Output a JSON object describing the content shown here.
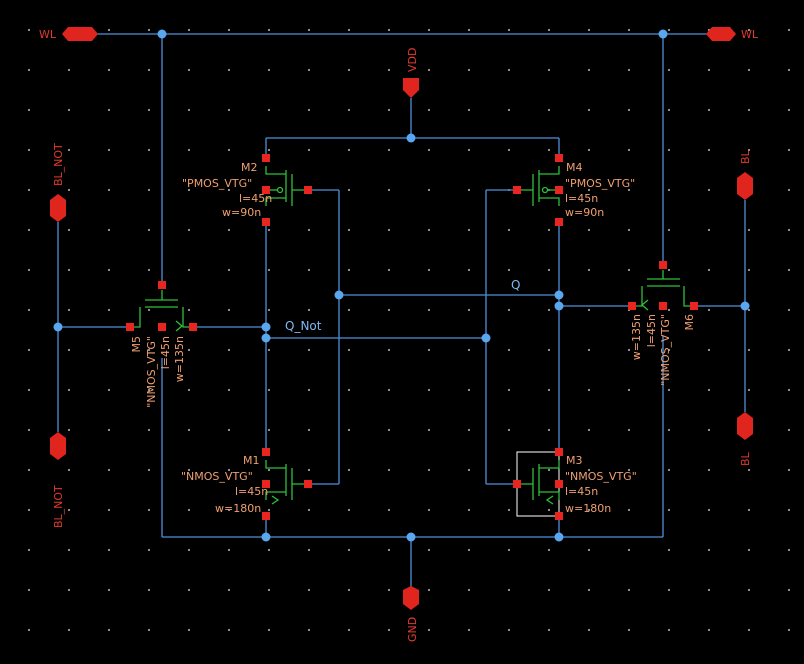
{
  "ports": {
    "wl_left": "WL",
    "wl_right": "WL",
    "vdd": "VDD",
    "gnd": "GND",
    "bl_not_top": "BL_NOT",
    "bl_not_bottom": "BL_NOT",
    "bl_top": "BL",
    "bl_bottom": "BL"
  },
  "nets": {
    "q": "Q",
    "q_not": "Q_Not"
  },
  "devices": {
    "m1": {
      "name": "M1",
      "model": "\"NMOS_VTG\"",
      "l": "l=45n",
      "w": "w=180n"
    },
    "m2": {
      "name": "M2",
      "model": "\"PMOS_VTG\"",
      "l": "l=45n",
      "w": "w=90n"
    },
    "m3": {
      "name": "M3",
      "model": "\"NMOS_VTG\"",
      "l": "l=45n",
      "w": "w=180n"
    },
    "m4": {
      "name": "M4",
      "model": "\"PMOS_VTG\"",
      "l": "l=45n",
      "w": "w=90n"
    },
    "m5": {
      "name": "M5",
      "model": "\"NMOS_VTG\"",
      "l": "l=45n",
      "w": "w=135n"
    },
    "m6": {
      "name": "M6",
      "model": "\"NMOS_VTG\"",
      "l": "l=45n",
      "w": "w=135n"
    }
  },
  "colors": {
    "background": "#000000",
    "wire": "#4d8fd9",
    "device": "#2fbf3a",
    "pin": "#e8261f",
    "label_device": "#f0a070",
    "label_port": "#e23a2e",
    "net_label": "#7fb8f0"
  }
}
